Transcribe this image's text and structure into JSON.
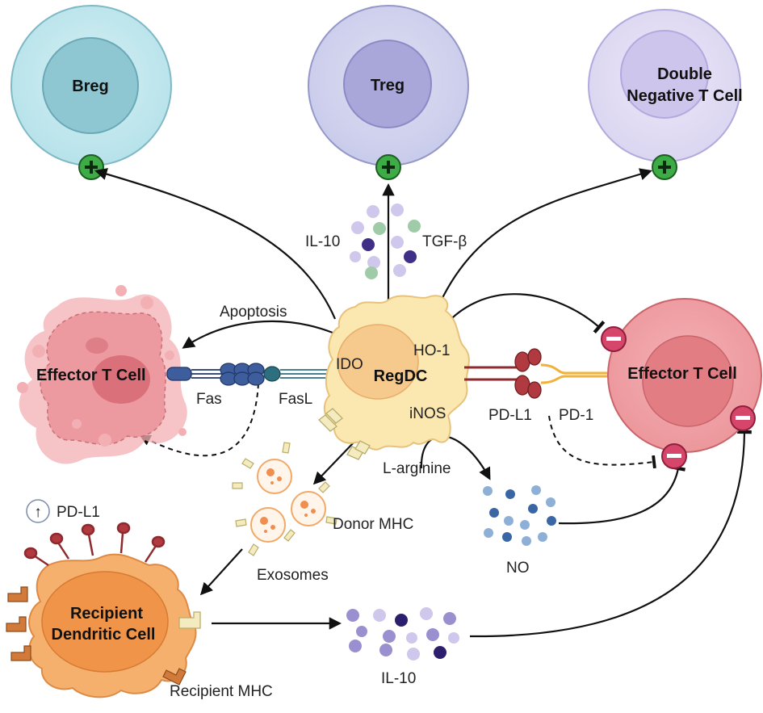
{
  "cells": {
    "breg": "Breg",
    "treg": "Treg",
    "dnt_line1": "Double",
    "dnt_line2": "Negative T Cell",
    "regdc": "RegDC",
    "effector_left": "Effector T Cell",
    "effector_right": "Effector T Cell",
    "recipient_line1": "Recipient",
    "recipient_line2": "Dendritic Cell"
  },
  "labels": {
    "il10_top": "IL-10",
    "tgfb": "TGF-β",
    "apoptosis": "Apoptosis",
    "ido": "IDO",
    "ho1": "HO-1",
    "fas": "Fas",
    "fasl": "FasL",
    "pdl1": "PD-L1",
    "pd1": "PD-1",
    "inos": "iNOS",
    "larginine": "L-arginine",
    "donor_mhc": "Donor MHC",
    "exosomes": "Exosomes",
    "no": "NO",
    "pdl1_up": "PD-L1",
    "il10_bottom": "IL-10",
    "recipient_mhc": "Recipient MHC"
  },
  "symbols": {
    "plus": "+",
    "minus": "−",
    "up_arrow": "↑"
  },
  "colors": {
    "breg_outer": "#c3e9ef",
    "breg_inner": "#8ec7d2",
    "treg_outer": "#d3d5ee",
    "treg_inner": "#a9a7d9",
    "dnt_outer": "#e2def3",
    "dnt_inner": "#cdc5ec",
    "effector_cell": "#f1a1a6",
    "effector_nucleus": "#e27d84",
    "regdc": "#fbe7b0",
    "regdc_nucleus": "#f6c98d",
    "recipient_dc": "#f6b06e",
    "recipient_nucleus": "#ef9448",
    "plus_badge": "#3dab46",
    "minus_badge": "#d6456a",
    "pd_l1": "#b03a3f",
    "pd_1": "#f0b23a",
    "fas": "#3e5d9c",
    "fasl": "#2e6f7f",
    "no_particles": "#3a66a6",
    "il10_particles": "#9b90cf"
  }
}
